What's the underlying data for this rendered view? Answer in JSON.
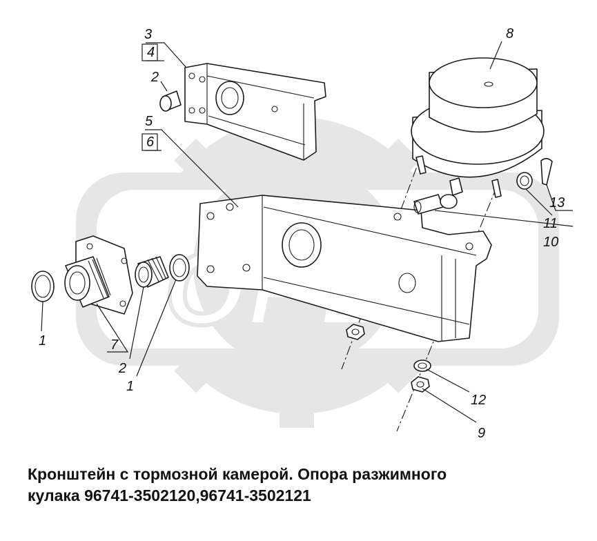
{
  "caption": {
    "line1": "Кронштейн с тормозной камерой. Опора разжимного",
    "line2": "кулака 96741-3502120,96741-3502121"
  },
  "labels": {
    "p1_left": "1",
    "p1_bottom": "1",
    "p2_top": "2",
    "p2_bottom": "2",
    "p3": "3",
    "p4": "4",
    "p5": "5",
    "p6": "6",
    "p7": "7",
    "p8": "8",
    "p9": "9",
    "p10": "10",
    "p11": "11",
    "p12": "12",
    "p13": "13"
  },
  "watermark": {
    "text": "OPEX",
    "color": "#e6e6e6"
  }
}
